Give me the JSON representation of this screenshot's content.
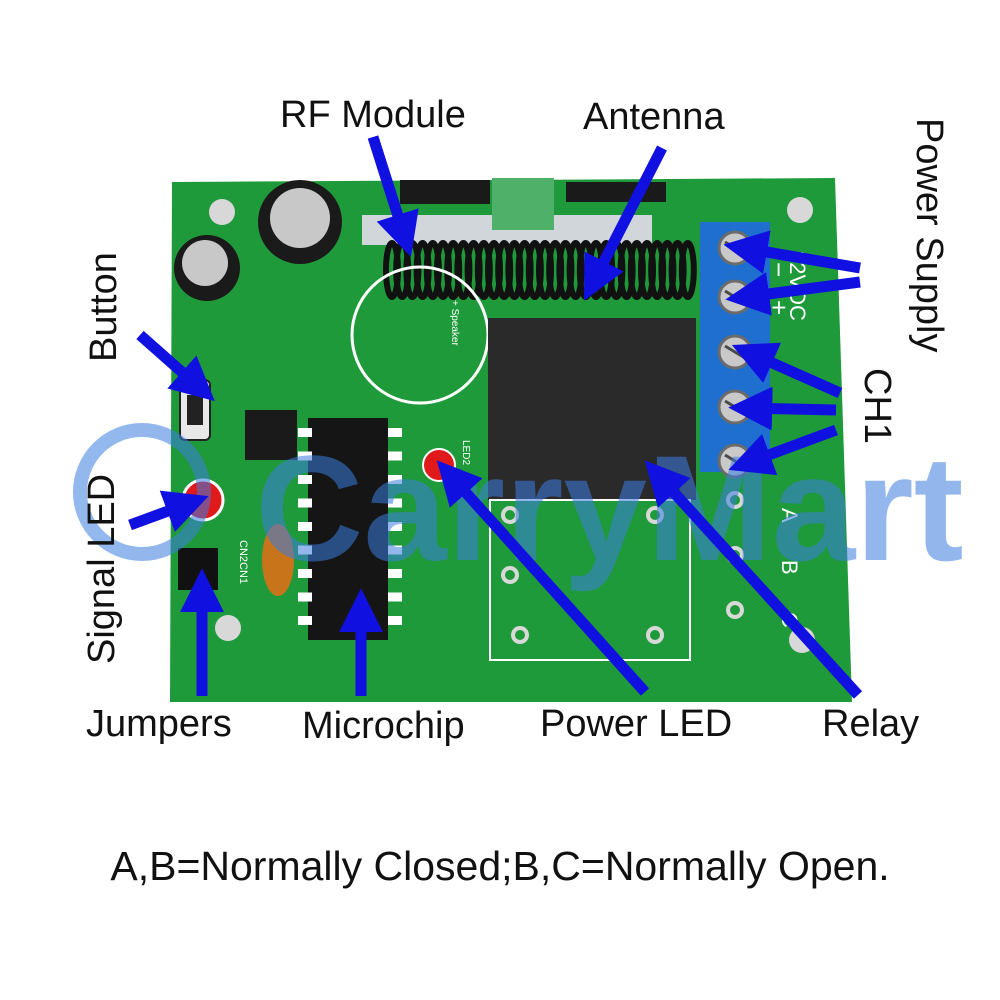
{
  "colors": {
    "board": "#1f9a3a",
    "board_dark": "#157a2c",
    "arrow": "#1010e0",
    "terminal": "#1e6fd0",
    "relay": "#2a2a2a",
    "antenna": "#111111",
    "led": "#e01a1a",
    "silk": "#ffffff",
    "pad": "#d8d8d8"
  },
  "labels": {
    "rf_module": "RF Module",
    "antenna": "Antenna",
    "power_supply": "Power Supply",
    "ch1": "CH1",
    "button": "Button",
    "signal_led": "Signal LED",
    "jumpers": "Jumpers",
    "microchip": "Microchip",
    "power_led": "Power LED",
    "relay": "Relay"
  },
  "watermark": "CarryMart",
  "board_text": {
    "voltage": "12VDC",
    "terminal_minus": "−",
    "terminal_plus": "+",
    "terminal_a": "A",
    "terminal_b": "B",
    "terminal_c": "C",
    "jumper_text": "CN2CN1",
    "speaker": "+ Speaker",
    "led_marking": "LED2"
  },
  "caption": "A,B=Normally Closed;B,C=Normally Open."
}
